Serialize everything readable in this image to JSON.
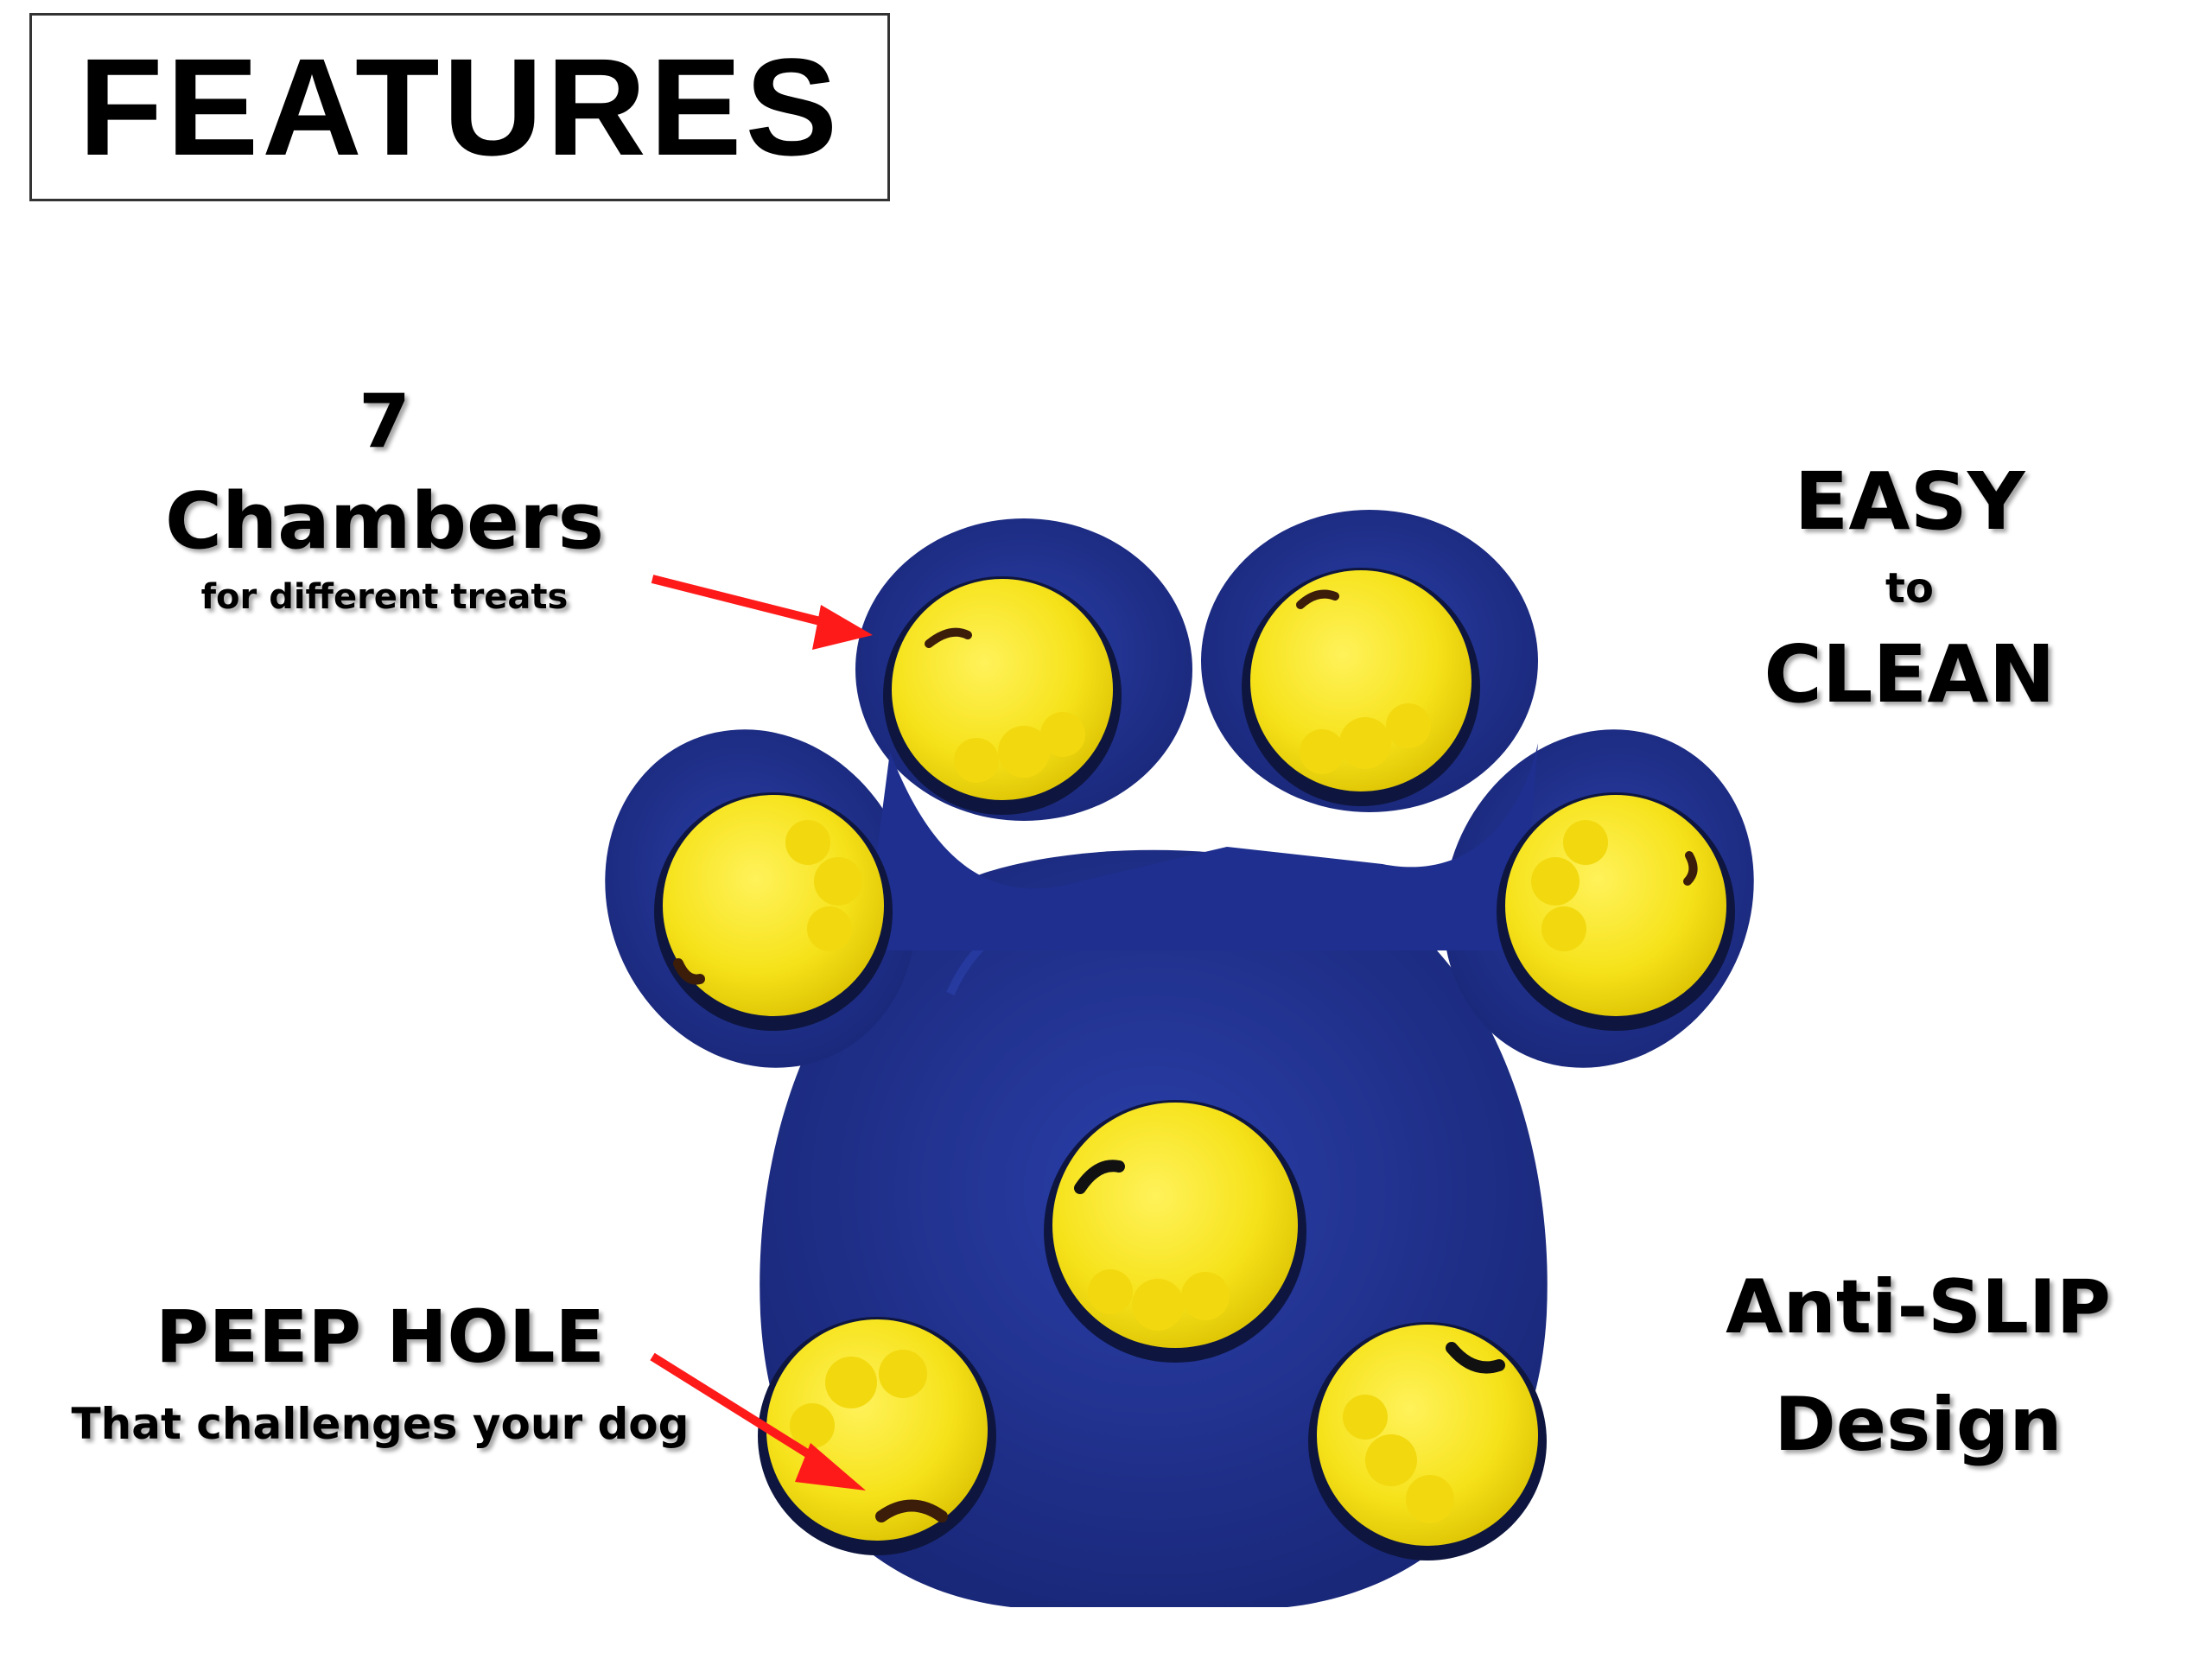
{
  "title": "FEATURES",
  "chambers": {
    "count": "7",
    "label": "Chambers",
    "sub": "for different treats"
  },
  "clean": {
    "line1": "EASY",
    "line2": "to",
    "line3": "CLEAN"
  },
  "peep": {
    "label": "PEEP HOLE",
    "sub": "That challenges your dog"
  },
  "slip": {
    "line1": "Anti-SLIP",
    "line2": "Design"
  },
  "colors": {
    "paw_blue": "#1e2f8f",
    "chamber_yellow": "#f6e21a",
    "arrow_red": "#ff1a1a"
  }
}
